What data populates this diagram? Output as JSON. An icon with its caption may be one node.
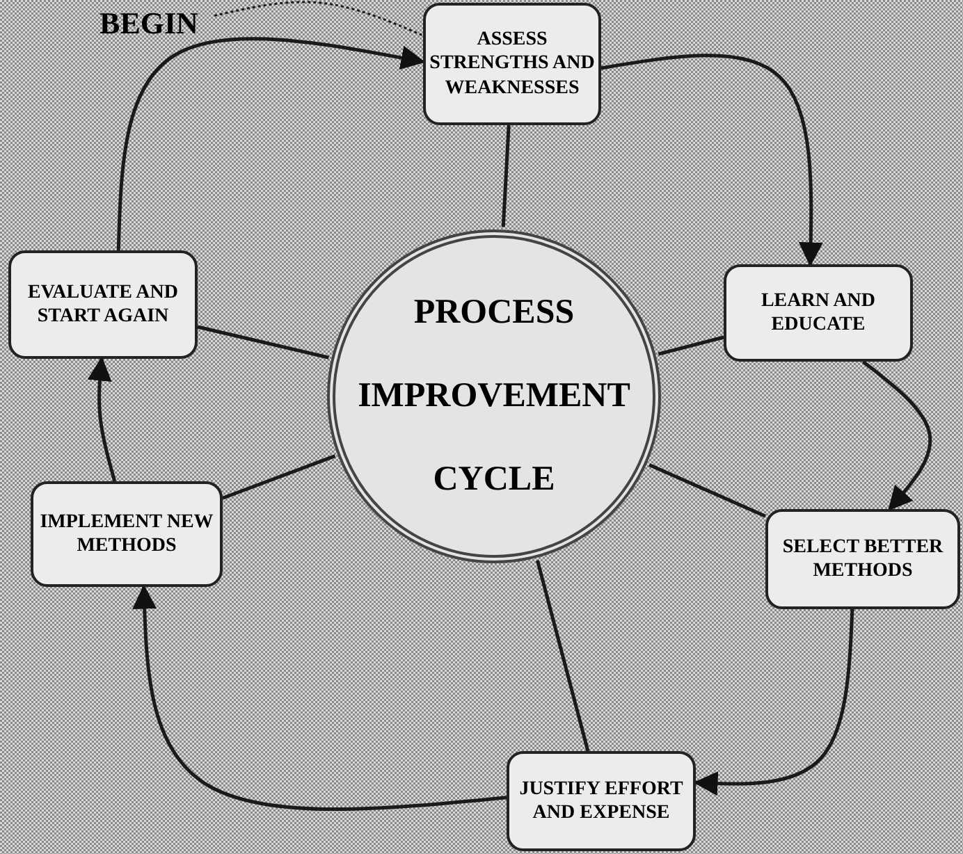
{
  "diagram": {
    "nodes": [
      {
        "text": [
          "BEGIN"
        ]
      },
      {
        "text": [
          "ASSESS STRENGTHS AND WEAKNESSES"
        ]
      },
      {
        "text": [
          "LEARN AND EDUCATE"
        ]
      },
      {
        "text": [
          "SELECT BETTER METHODS"
        ]
      },
      {
        "text": [
          "JUSTIFY EFFORT AND EXPENSE"
        ]
      },
      {
        "text": [
          "IMPLEMENT NEW METHODS"
        ]
      },
      {
        "text": [
          "EVALUATE AND START AGAIN"
        ]
      },
      {
        "text": [
          "PROCESS IMPROVEMENT CYCLE"
        ]
      }
    ],
    "edges": [
      {
        "from": 0,
        "to": 1,
        "arrow": "none",
        "style": "dashed"
      },
      {
        "from": 1,
        "to": 2,
        "arrow": "to"
      },
      {
        "from": 2,
        "to": 3,
        "arrow": "to"
      },
      {
        "from": 3,
        "to": 4,
        "arrow": "to"
      },
      {
        "from": 4,
        "to": 5,
        "arrow": "to"
      },
      {
        "from": 5,
        "to": 6,
        "arrow": "to"
      },
      {
        "from": 6,
        "to": 1,
        "arrow": "to"
      },
      {
        "from": 7,
        "to": 1,
        "arrow": "none"
      },
      {
        "from": 7,
        "to": 2,
        "arrow": "none"
      },
      {
        "from": 7,
        "to": 3,
        "arrow": "none"
      },
      {
        "from": 7,
        "to": 4,
        "arrow": "none"
      },
      {
        "from": 7,
        "to": 5,
        "arrow": "none"
      },
      {
        "from": 7,
        "to": 6,
        "arrow": "none"
      }
    ]
  }
}
